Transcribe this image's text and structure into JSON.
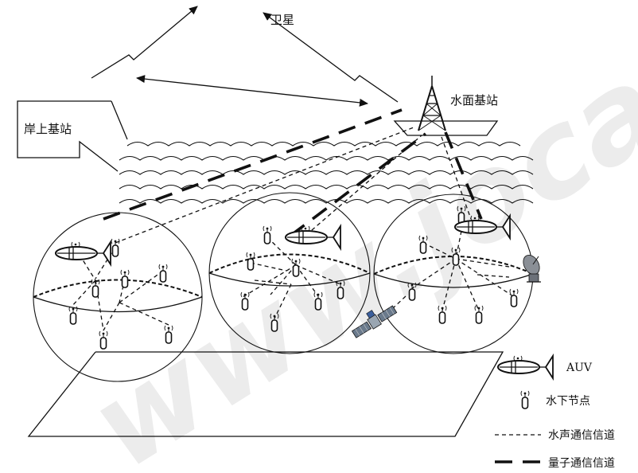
{
  "labels": {
    "satellite": "卫星",
    "surface_base_station": "水面基站",
    "shore_base_station": "岸上基站"
  },
  "legend": {
    "auv": "AUV",
    "underwater_node": "水下节点",
    "acoustic_channel": "水声通信信道",
    "quantum_channel": "量子通信信道"
  },
  "watermark": "www.joca.cn",
  "icons": [
    "auv-icon",
    "underwater-node-icon",
    "tower-icon",
    "satellite-icon",
    "dish-icon"
  ]
}
